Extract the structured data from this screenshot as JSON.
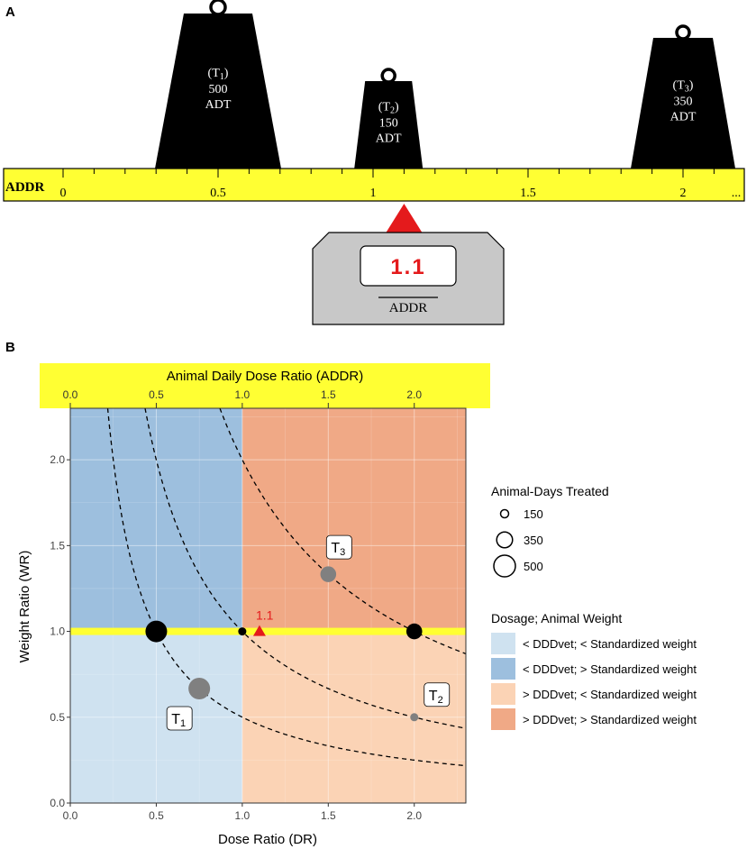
{
  "panel_a": {
    "label": "A",
    "ruler_label": "ADDR",
    "ruler_ticks": [
      "0",
      "0.5",
      "1",
      "1.5",
      "2",
      "..."
    ],
    "weights": [
      {
        "line1": "(T",
        "sub": "1",
        "line1_end": ")",
        "value": "500",
        "unit": "ADT",
        "addr": 0.5
      },
      {
        "line1": "(T",
        "sub": "2",
        "line1_end": ")",
        "value": "150",
        "unit": "ADT",
        "addr": 1.05
      },
      {
        "line1": "(T",
        "sub": "3",
        "line1_end": ")",
        "value": "350",
        "unit": "ADT",
        "addr": 2.0
      }
    ],
    "fulcrum_addr": 1.1,
    "display_value": "1.1",
    "display_caption": "ADDR",
    "colors": {
      "ruler": "#ffff33",
      "fulcrum": "#e41a1c",
      "scale_body": "#c8c8c8",
      "weight": "#000000",
      "digits": "#e41a1c"
    }
  },
  "panel_b": {
    "label": "B",
    "chart_data": {
      "type": "scatter",
      "title": "",
      "xlabel": "Dose Ratio (DR)",
      "ylabel": "Weight Ratio (WR)",
      "top_axis_label": "Animal Daily Dose Ratio (ADDR)",
      "xlim": [
        0,
        2.3
      ],
      "ylim": [
        0,
        2.3
      ],
      "x_ticks": [
        "0.0",
        "0.5",
        "1.0",
        "1.5",
        "2.0"
      ],
      "y_ticks": [
        "0.0",
        "0.5",
        "1.0",
        "1.5",
        "2.0"
      ],
      "top_ticks": [
        "0.0",
        "0.5",
        "1.0",
        "1.5",
        "2.0"
      ],
      "grid": true,
      "regions": [
        {
          "name": "< DDDvet; < Standardized weight",
          "x": [
            0,
            1
          ],
          "y": [
            0,
            1
          ],
          "color": "#cfe2f0"
        },
        {
          "name": "< DDDvet; > Standardized weight",
          "x": [
            0,
            1
          ],
          "y": [
            1,
            2.3
          ],
          "color": "#9dbfde"
        },
        {
          "name": "> DDDvet; < Standardized weight",
          "x": [
            1,
            2.3
          ],
          "y": [
            0,
            1
          ],
          "color": "#fbd3b5"
        },
        {
          "name": "> DDDvet; > Standardized weight",
          "x": [
            1,
            2.3
          ],
          "y": [
            1,
            2.3
          ],
          "color": "#f0a986"
        }
      ],
      "addr_line": {
        "y": 1.0,
        "color": "#ffff33"
      },
      "hyperbolas": [
        0.5,
        1.0,
        2.0
      ],
      "points": [
        {
          "x": 0.5,
          "y": 1.0,
          "adt": 500,
          "color": "#000000"
        },
        {
          "x": 1.0,
          "y": 1.0,
          "adt": 150,
          "color": "#000000"
        },
        {
          "x": 2.0,
          "y": 1.0,
          "adt": 350,
          "color": "#000000"
        },
        {
          "x": 0.75,
          "y": 0.667,
          "adt": 500,
          "color": "#808080",
          "label": "T",
          "sub": "1"
        },
        {
          "x": 2.0,
          "y": 0.5,
          "adt": 150,
          "color": "#808080",
          "label": "T",
          "sub": "2"
        },
        {
          "x": 1.5,
          "y": 1.333,
          "adt": 350,
          "color": "#808080",
          "label": "T",
          "sub": "3"
        }
      ],
      "marker": {
        "x": 1.1,
        "y": 1.0,
        "label": "1.1",
        "color": "#e41a1c"
      }
    },
    "legend_size": {
      "title": "Animal-Days Treated",
      "items": [
        {
          "label": "150",
          "value": 150
        },
        {
          "label": "350",
          "value": 350
        },
        {
          "label": "500",
          "value": 500
        }
      ]
    },
    "legend_fill": {
      "title": "Dosage; Animal Weight",
      "items": [
        {
          "label": "< DDDvet; < Standardized weight",
          "color": "#cfe2f0"
        },
        {
          "label": "< DDDvet; > Standardized weight",
          "color": "#9dbfde"
        },
        {
          "label": "> DDDvet; < Standardized weight",
          "color": "#fbd3b5"
        },
        {
          "label": "> DDDvet; > Standardized weight",
          "color": "#f0a986"
        }
      ]
    }
  }
}
